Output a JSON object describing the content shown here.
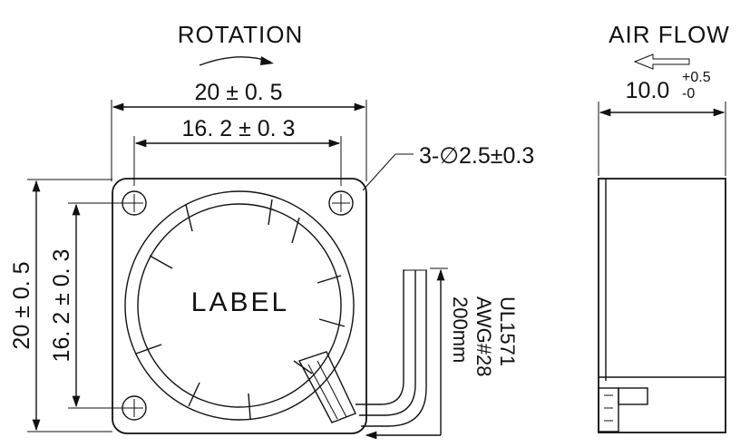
{
  "front_view": {
    "rotation_label": "ROTATION",
    "width_dim": "20 ± 0. 5",
    "hole_spacing_dim": "16. 2 ± 0. 3",
    "height_dim": "20 ± 0. 5",
    "hole_spacing_vertical_dim": "16. 2 ± 0. 3",
    "hole_callout": "3-∅2.5±0.3",
    "label_text": "LABEL"
  },
  "lead_wire": {
    "spec_line1": "UL1571",
    "spec_line2": "AWG#28",
    "length": "200mm"
  },
  "side_view": {
    "airflow_label": "AIR FLOW",
    "depth_value": "10.0",
    "tol_plus": "+0.5",
    "tol_minus": "-0"
  }
}
